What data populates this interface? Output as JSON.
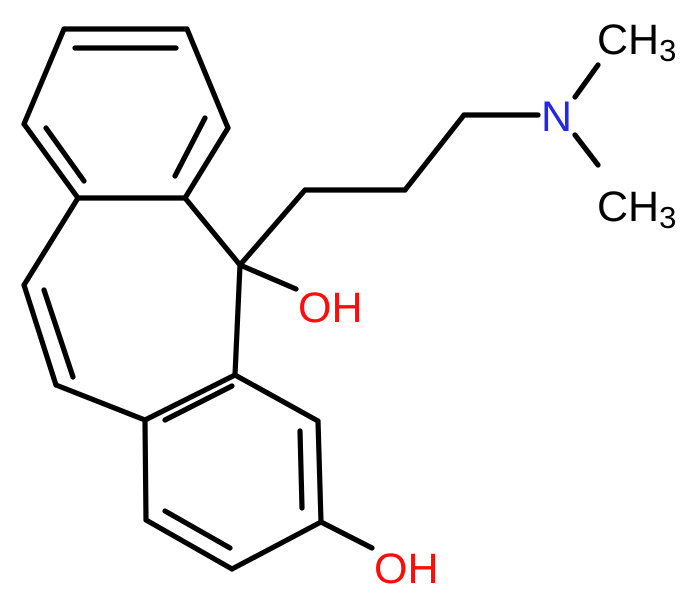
{
  "molecule": {
    "colors": {
      "bond": "#000000",
      "carbon_label": "#000000",
      "nitrogen": "#2626e6",
      "oxygen": "#ff0d0d"
    },
    "labels": {
      "methyl_top": {
        "main": "CH",
        "sub": "3"
      },
      "nitrogen": {
        "main": "N"
      },
      "methyl_bottom": {
        "main": "CH",
        "sub": "3"
      },
      "hydroxyl_benzylic": {
        "main": "OH"
      },
      "hydroxyl_phenol": {
        "main": "OH"
      }
    }
  }
}
